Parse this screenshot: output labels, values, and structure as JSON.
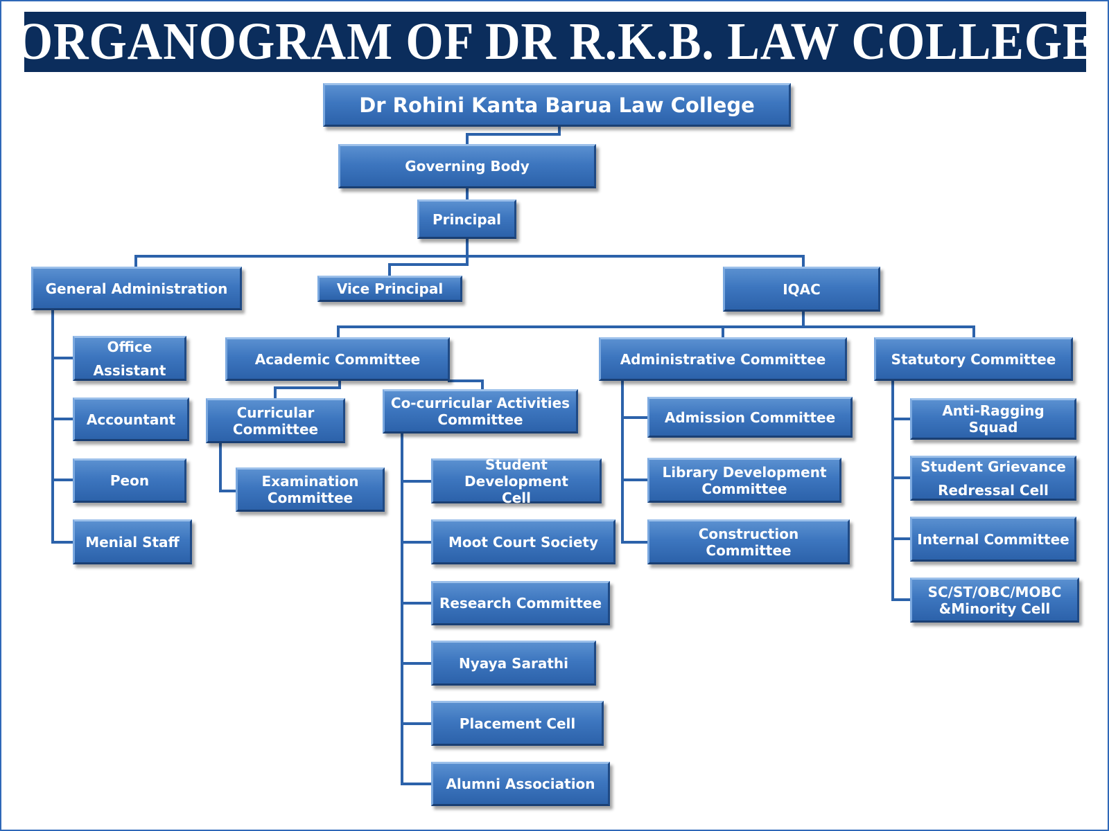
{
  "title": "ORGANOGRAM OF DR R.K.B. LAW COLLEGE",
  "colors": {
    "title_bg": "#0b2d5c",
    "node_fill": "#3d76bf",
    "connector": "#2c62aa",
    "frame": "#2f68b8"
  },
  "nodes": {
    "college": "Dr Rohini Kanta Barua Law College",
    "governing_body": "Governing Body",
    "principal": "Principal",
    "general_administration": "General Administration",
    "vice_principal": "Vice Principal",
    "iqac": "IQAC",
    "office_assistant": "Office\nAssistant",
    "accountant": "Accountant",
    "peon": "Peon",
    "menial_staff": "Menial Staff",
    "academic_committee": "Academic Committee",
    "curricular_committee": "Curricular\nCommittee",
    "examination_committee": "Examination\nCommittee",
    "cocurricular_committee": "Co-curricular Activities\nCommittee",
    "student_development_cell": "Student Development\nCell",
    "moot_court_society": "Moot Court Society",
    "research_committee": "Research Committee",
    "nyaya_sarathi": "Nyaya Sarathi",
    "placement_cell": "Placement Cell",
    "alumni_association": "Alumni Association",
    "administrative_committee": "Administrative Committee",
    "admission_committee": "Admission Committee",
    "library_development_committee": "Library Development\nCommittee",
    "construction_committee": "Construction Committee",
    "statutory_committee": "Statutory Committee",
    "anti_ragging_squad": "Anti-Ragging Squad",
    "student_grievance_cell": "Student Grievance\nRedressal Cell",
    "internal_committee": "Internal Committee",
    "minority_cell": "SC/ST/OBC/MOBC\n&Minority Cell"
  }
}
